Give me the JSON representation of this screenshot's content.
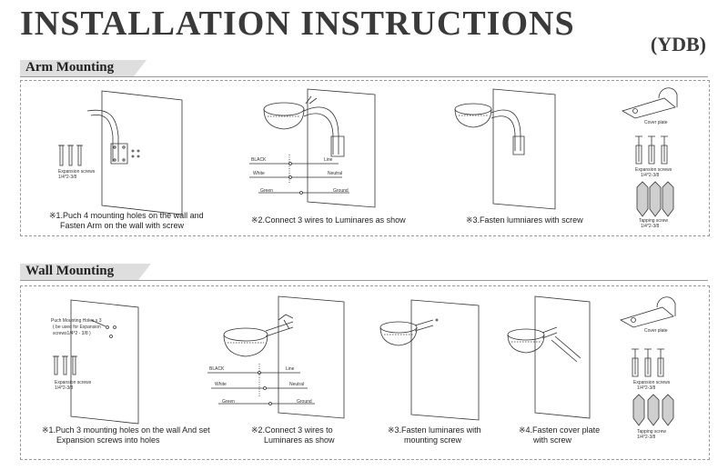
{
  "title": "INSTALLATION INSTRUCTIONS",
  "model": "(YDB)",
  "arm_section": {
    "heading": "Arm Mounting",
    "step1_line1": "※1.Puch 4 mounting holes on the wall  and",
    "step1_line2": "Fasten Arm on the wall with screw",
    "step1_screw_line1": "Expansion screws",
    "step1_screw_line2": "1/4*2-3/8",
    "step2": "※2.Connect 3 wires to  Luminares as show",
    "step3": "※3.Fasten lumniares with screw",
    "wires": {
      "black": "BLACK",
      "line": "Line",
      "white": "White",
      "neutral": "Neutral",
      "green": "Green",
      "ground": "Ground"
    },
    "parts": {
      "cover_plate": "Cover plate",
      "expansion_line1": "Expansion screws",
      "expansion_line2": "1/4*2-3/8",
      "tapping_line1": "Tapping screw",
      "tapping_line2": "1/4*2-3/8"
    }
  },
  "wall_section": {
    "heading": "Wall Mounting",
    "holes_line1": "Puch Mounting Holes  x 3",
    "holes_line2": "( be used for Expansion",
    "holes_line3": "screws1/4*2 - 3/8 )",
    "screw_line1": "Expansion screws",
    "screw_line2": "1/4*2-3/8",
    "step1_line1": "※1.Puch 3 mounting holes on the wall And set",
    "step1_line2": "Expansion screws into holes",
    "step2_line1": "※2.Connect 3 wires to",
    "step2_line2": "Luminares as show",
    "step3_line1": "※3.Fasten luminares with",
    "step3_line2": "mounting screw",
    "step4_line1": "※4.Fasten cover plate",
    "step4_line2": "with screw",
    "wires": {
      "black": "BLACK",
      "line": "Line",
      "white": "White",
      "neutral": "Neutral",
      "green": "Green",
      "ground": "Ground"
    },
    "parts": {
      "cover_plate": "Cover plate",
      "expansion_line1": "Expansion screws",
      "expansion_line2": "1/4*2-3/8",
      "tapping_line1": "Tapping screw",
      "tapping_line2": "1/4*2-3/8"
    }
  }
}
